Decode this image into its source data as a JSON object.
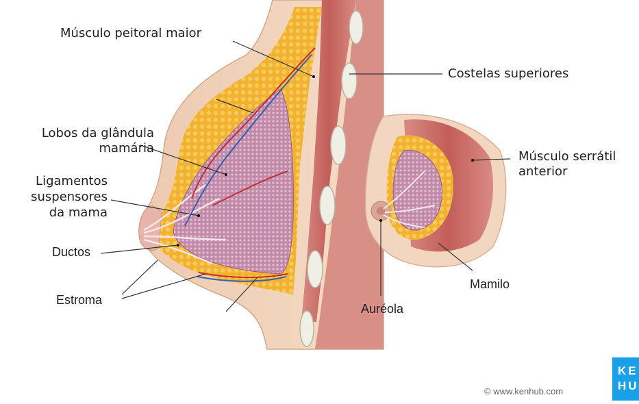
{
  "labels": {
    "pectoralis": "Músculo peitoral maior",
    "ribs": "Costelas superiores",
    "lobes": [
      "Lobos da glândula",
      "mamária"
    ],
    "ligaments": [
      "Ligamentos",
      "suspensores",
      "da mama"
    ],
    "ducts": "Ductos",
    "stroma": "Estroma",
    "serratus": [
      "Músculo serrátil",
      "anterior"
    ],
    "nipple": "Mamilo",
    "areola": "Auréola"
  },
  "watermark": {
    "copyright": "© www.kenhub.com",
    "logo_lines": [
      "KE",
      "HU"
    ]
  },
  "colors": {
    "skin": "#f2d2b8",
    "fat": "#f0b43c",
    "muscle": "#c4605a",
    "gland": "#b77a9c",
    "rib": "#e8e8e0",
    "logo": "#1aa0e6"
  }
}
